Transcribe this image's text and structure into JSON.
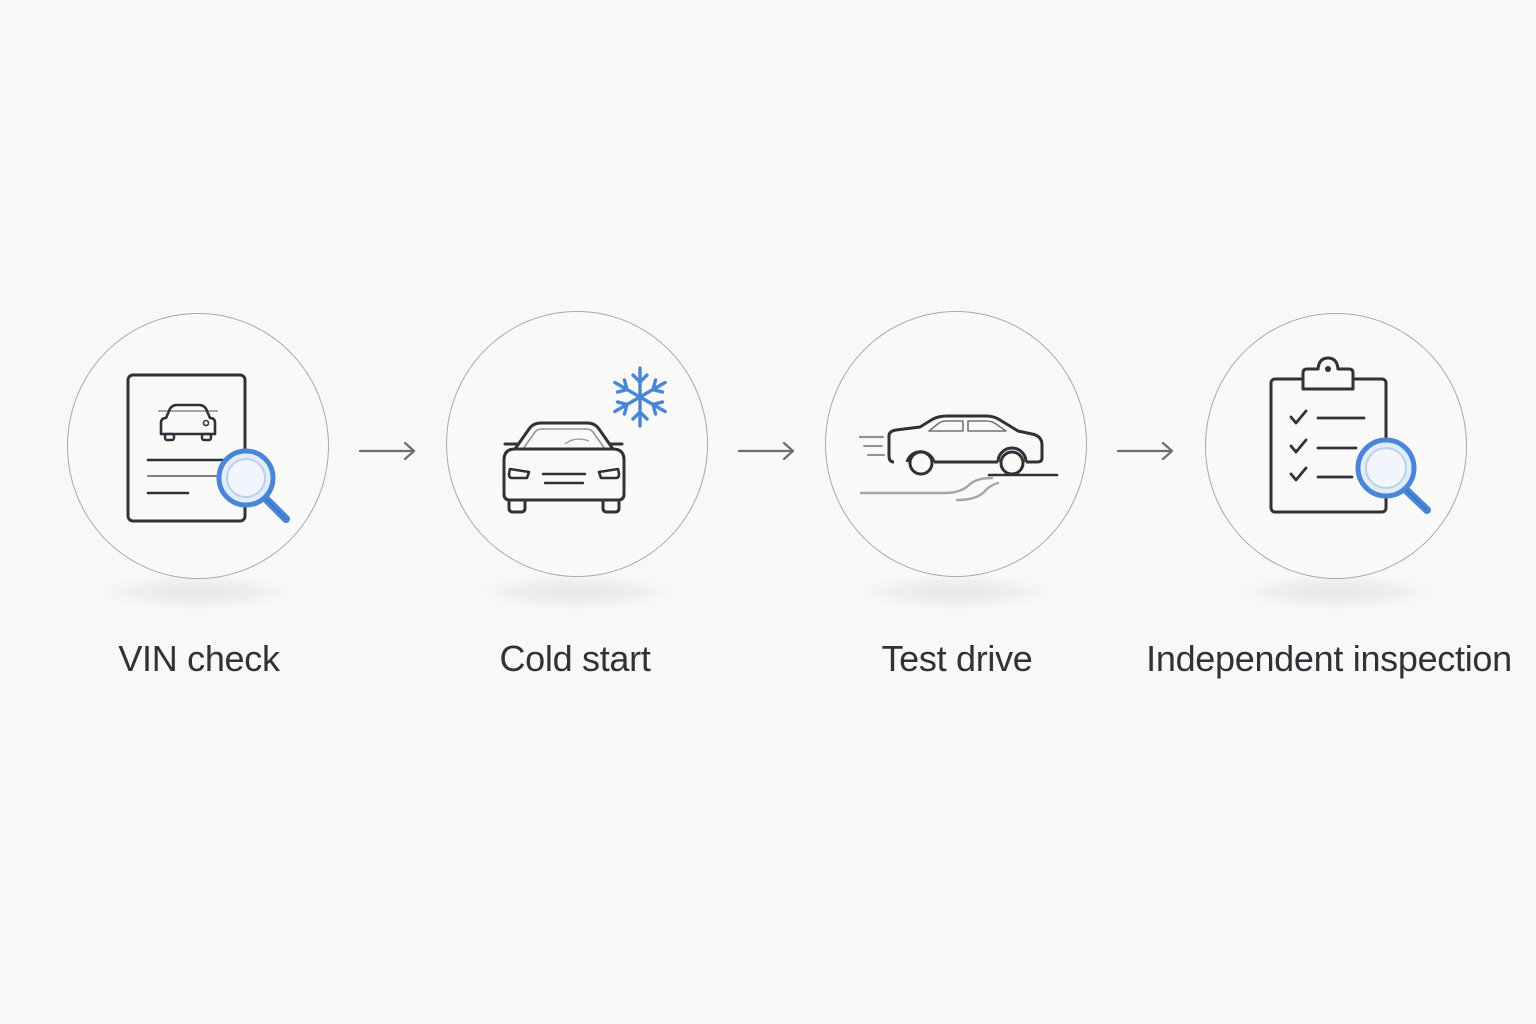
{
  "colors": {
    "background": "#f8f8f6",
    "circle_border": "#a9a9a9",
    "icon_stroke": "#2f3238",
    "accent_blue": "#4a86d8",
    "accent_blue_light": "#dbe8f8",
    "arrow": "#6b6e74",
    "label_text": "#2f3238"
  },
  "steps": [
    {
      "label": "VIN check",
      "icon": "vin-document-magnifier-icon"
    },
    {
      "label": "Cold start",
      "icon": "car-snowflake-icon"
    },
    {
      "label": "Test drive",
      "icon": "car-driving-road-icon"
    },
    {
      "label": "Independent inspection",
      "icon": "clipboard-checklist-magnifier-icon"
    }
  ],
  "connectors": [
    {
      "icon": "arrow-right-icon"
    },
    {
      "icon": "arrow-right-icon"
    },
    {
      "icon": "arrow-right-icon"
    }
  ]
}
